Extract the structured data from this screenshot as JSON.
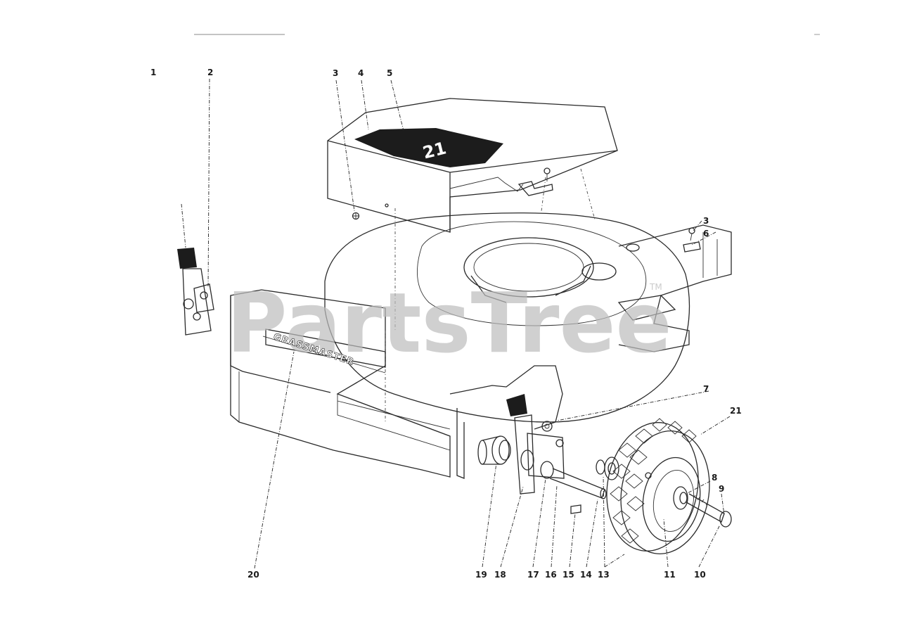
{
  "diagram": {
    "watermark": "PartsTree",
    "watermark_mark": "TM",
    "deck_brand": "GRASSMASTER",
    "cover_decal": "21",
    "callouts": [
      {
        "id": "c1",
        "text": "1"
      },
      {
        "id": "c2",
        "text": "2"
      },
      {
        "id": "c3a",
        "text": "3"
      },
      {
        "id": "c4",
        "text": "4"
      },
      {
        "id": "c5",
        "text": "5"
      },
      {
        "id": "c3b",
        "text": "3"
      },
      {
        "id": "c6",
        "text": "6"
      },
      {
        "id": "c7",
        "text": "7"
      },
      {
        "id": "c21",
        "text": "21"
      },
      {
        "id": "c8",
        "text": "8"
      },
      {
        "id": "c9",
        "text": "9"
      },
      {
        "id": "c20",
        "text": "20"
      },
      {
        "id": "c19",
        "text": "19"
      },
      {
        "id": "c18",
        "text": "18"
      },
      {
        "id": "c17",
        "text": "17"
      },
      {
        "id": "c16",
        "text": "16"
      },
      {
        "id": "c15",
        "text": "15"
      },
      {
        "id": "c14",
        "text": "14"
      },
      {
        "id": "c13",
        "text": "13"
      },
      {
        "id": "c11",
        "text": "11"
      },
      {
        "id": "c10",
        "text": "10"
      }
    ]
  }
}
